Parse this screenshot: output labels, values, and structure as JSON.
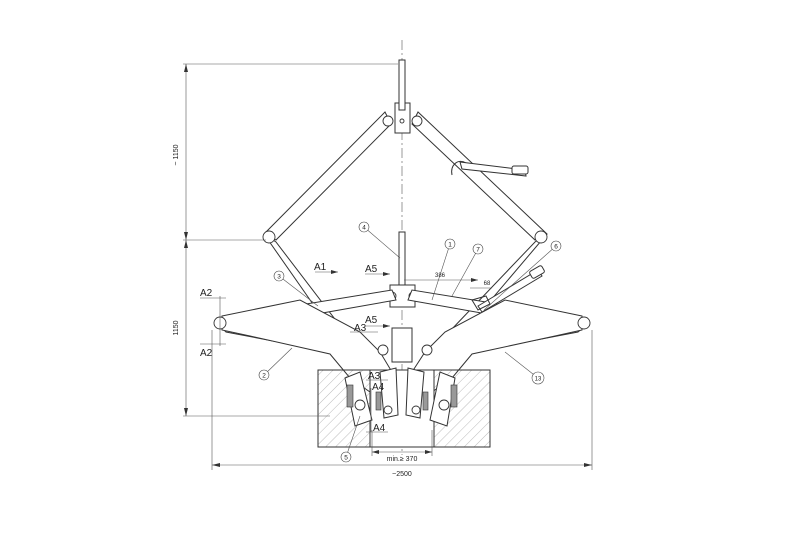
{
  "dimensions": {
    "height_upper": "~ 1150",
    "height_lower": "1150",
    "width_overall": "~2500",
    "grip_min": "min.≥ 370",
    "dim_386": "386",
    "dim_68": "68"
  },
  "labels": {
    "a1": "A1",
    "a2_top": "A2",
    "a2_bottom": "A2",
    "a3_upper": "A3",
    "a3_lower": "A3",
    "a4_upper": "A4",
    "a4_lower": "A4",
    "a5_upper": "A5",
    "a5_lower": "A5"
  },
  "callouts": {
    "c1": "1",
    "c2": "2",
    "c3": "3",
    "c4": "4",
    "c5": "5",
    "c6": "6",
    "c7": "7",
    "c13": "13"
  }
}
